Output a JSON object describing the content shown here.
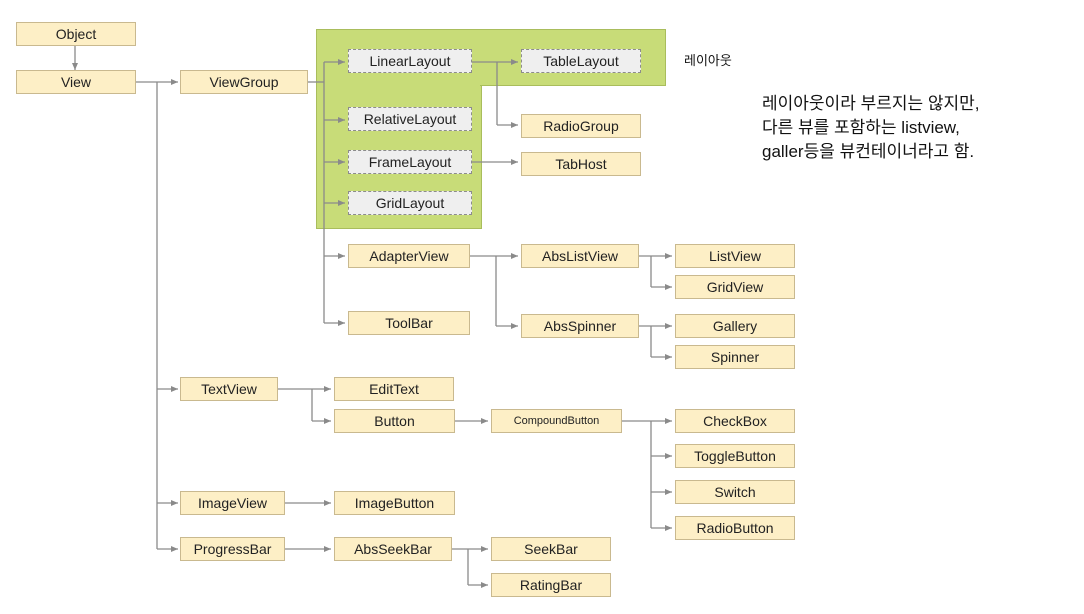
{
  "nodes": {
    "object": "Object",
    "view": "View",
    "viewgroup": "ViewGroup",
    "linearlayout": "LinearLayout",
    "tablelayout": "TableLayout",
    "relativelayout": "RelativeLayout",
    "radiogroup": "RadioGroup",
    "framelayout": "FrameLayout",
    "tabhost": "TabHost",
    "gridlayout": "GridLayout",
    "adapterview": "AdapterView",
    "abslistview": "AbsListView",
    "listview": "ListView",
    "gridview": "GridView",
    "absspinner": "AbsSpinner",
    "gallery": "Gallery",
    "spinner": "Spinner",
    "toolbar": "ToolBar",
    "textview": "TextView",
    "edittext": "EditText",
    "button": "Button",
    "compoundbutton": "CompoundButton",
    "checkbox": "CheckBox",
    "togglebutton": "ToggleButton",
    "switch": "Switch",
    "radiobutton": "RadioButton",
    "imageview": "ImageView",
    "imagebutton": "ImageButton",
    "progressbar": "ProgressBar",
    "absseekbar": "AbsSeekBar",
    "seekbar": "SeekBar",
    "ratingbar": "RatingBar"
  },
  "layout_caption": "레이아웃",
  "annotation": {
    "line1": "레이아웃이라 부르지는 않지만,",
    "line2": "다른 뷰를 포함하는  listview,",
    "line3": "galler등을 뷰컨테이너라고 함."
  },
  "colors": {
    "node_fill": "#fdefc6",
    "layout_fill": "#c8dc78",
    "layout_node_fill": "#efefef",
    "wire": "#8a8a8a"
  }
}
